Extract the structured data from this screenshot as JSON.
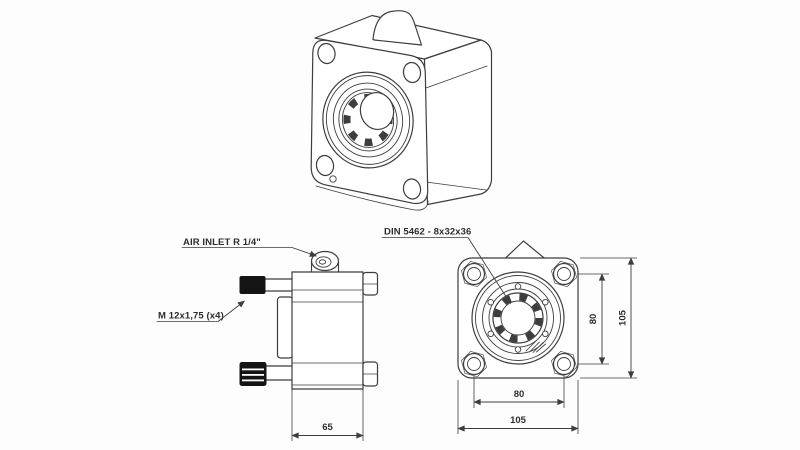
{
  "annotations": {
    "air_inlet_label": "AIR INLET R 1/4\"",
    "stud_label": "M 12x1,75 (x4)",
    "spline_label": "DIN 5462 - 8x32x36"
  },
  "dimensions": {
    "side_depth": "65",
    "bolt_spacing_vertical": "80",
    "overall_height": "105",
    "bolt_spacing_horizontal": "80",
    "overall_width": "105"
  },
  "colors": {
    "line": "#3d3d3d",
    "text": "#2d2d2d",
    "stud_fill": "#141414",
    "background": "#fdfdfd"
  }
}
